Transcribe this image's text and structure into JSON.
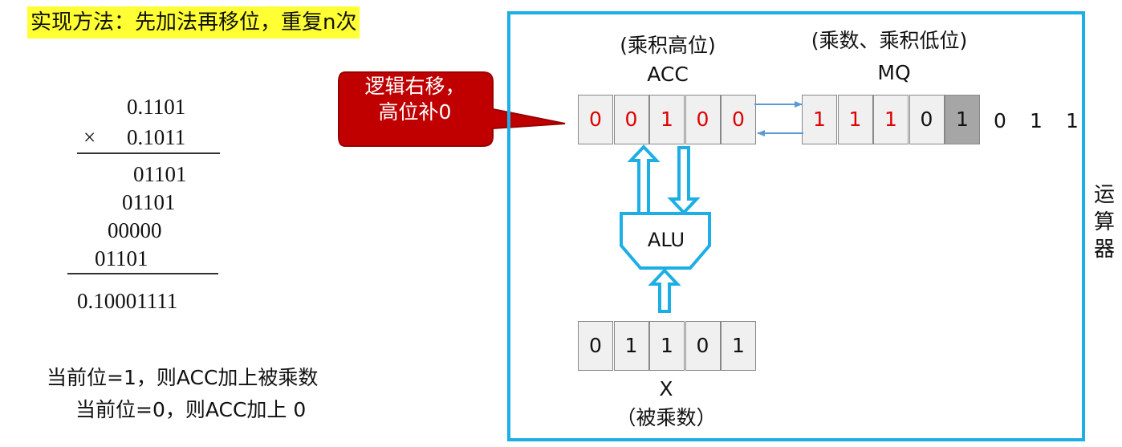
{
  "title": "实现方法：先加法再移位，重复n次",
  "multiplication": {
    "multiplicand": "0.1101",
    "multiplier_symbol": "×",
    "multiplier": "0.1011",
    "partials": [
      "01101",
      "01101",
      "00000",
      "01101"
    ],
    "result": "0.10001111"
  },
  "notes": [
    "当前位=1，则ACC加上被乘数",
    "当前位=0，则ACC加上 0"
  ],
  "callout": {
    "line1": "逻辑右移，",
    "line2": "高位补0",
    "fill": "#c00000",
    "text_color": "#ffffff"
  },
  "frame_color": "#1eaee6",
  "acc": {
    "caption": "(乘积高位)",
    "name": "ACC",
    "bits": [
      "0",
      "0",
      "1",
      "0",
      "0"
    ],
    "red": [
      true,
      true,
      true,
      true,
      true
    ]
  },
  "mq": {
    "caption": "(乘数、乘积低位)",
    "name": "MQ",
    "bits": [
      "1",
      "1",
      "1",
      "0",
      "1"
    ],
    "red": [
      true,
      true,
      true,
      false,
      false
    ],
    "highlight_index": 4,
    "shifted_out": [
      "0",
      "1",
      "1"
    ]
  },
  "alu_label": "ALU",
  "x": {
    "bits": [
      "0",
      "1",
      "1",
      "0",
      "1"
    ],
    "name": "X",
    "caption": "（被乘数）"
  },
  "side_label": "运\n算\n器",
  "colors": {
    "red_bit": "#e00000",
    "arrow": "#5b9bd5",
    "highlight_cell": "#a6a6a6"
  }
}
